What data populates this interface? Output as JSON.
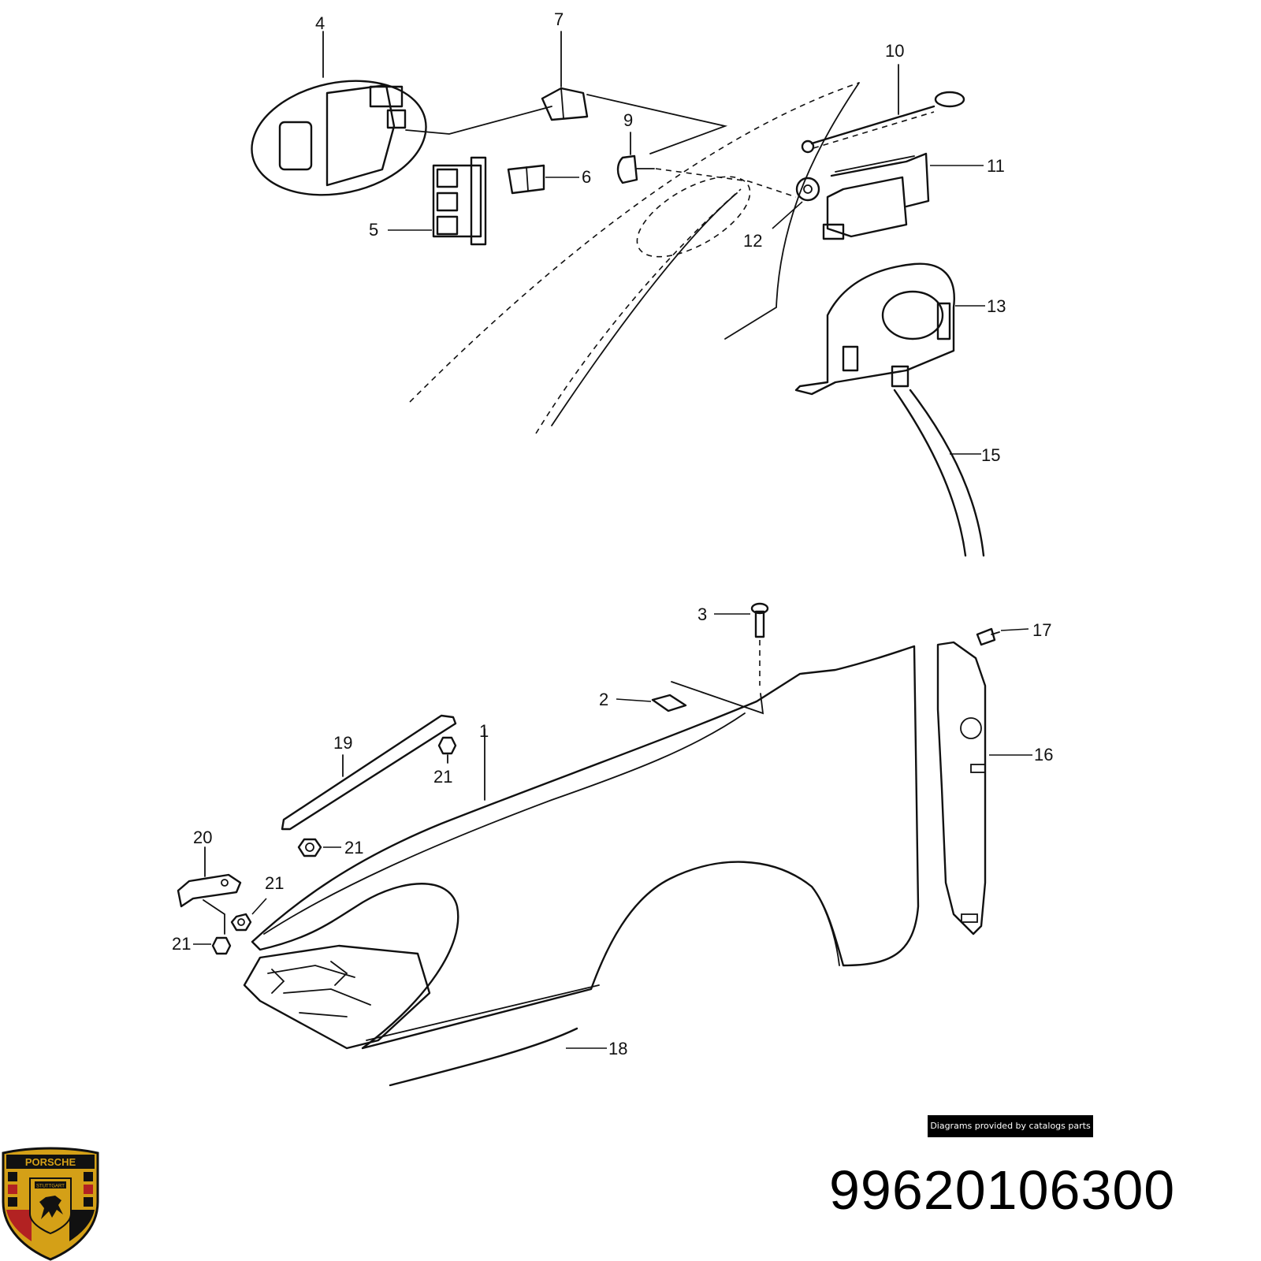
{
  "callouts": {
    "c1": "1",
    "c2": "2",
    "c3": "3",
    "c4": "4",
    "c5": "5",
    "c6": "6",
    "c7": "7",
    "c9": "9",
    "c10": "10",
    "c11": "11",
    "c12": "12",
    "c13": "13",
    "c15": "15",
    "c16": "16",
    "c17": "17",
    "c18": "18",
    "c19": "19",
    "c20": "20",
    "c21a": "21",
    "c21b": "21",
    "c21c": "21",
    "c21d": "21"
  },
  "credit_text": "Diagrams provided by catalogs parts",
  "part_number": "99620106300",
  "logo": {
    "icon": "porsche-crest-icon",
    "wordmark": "PORSCHE",
    "city": "STUTTGART",
    "colors": {
      "gold": "#d4a017",
      "red": "#b22222",
      "black": "#111111"
    }
  }
}
